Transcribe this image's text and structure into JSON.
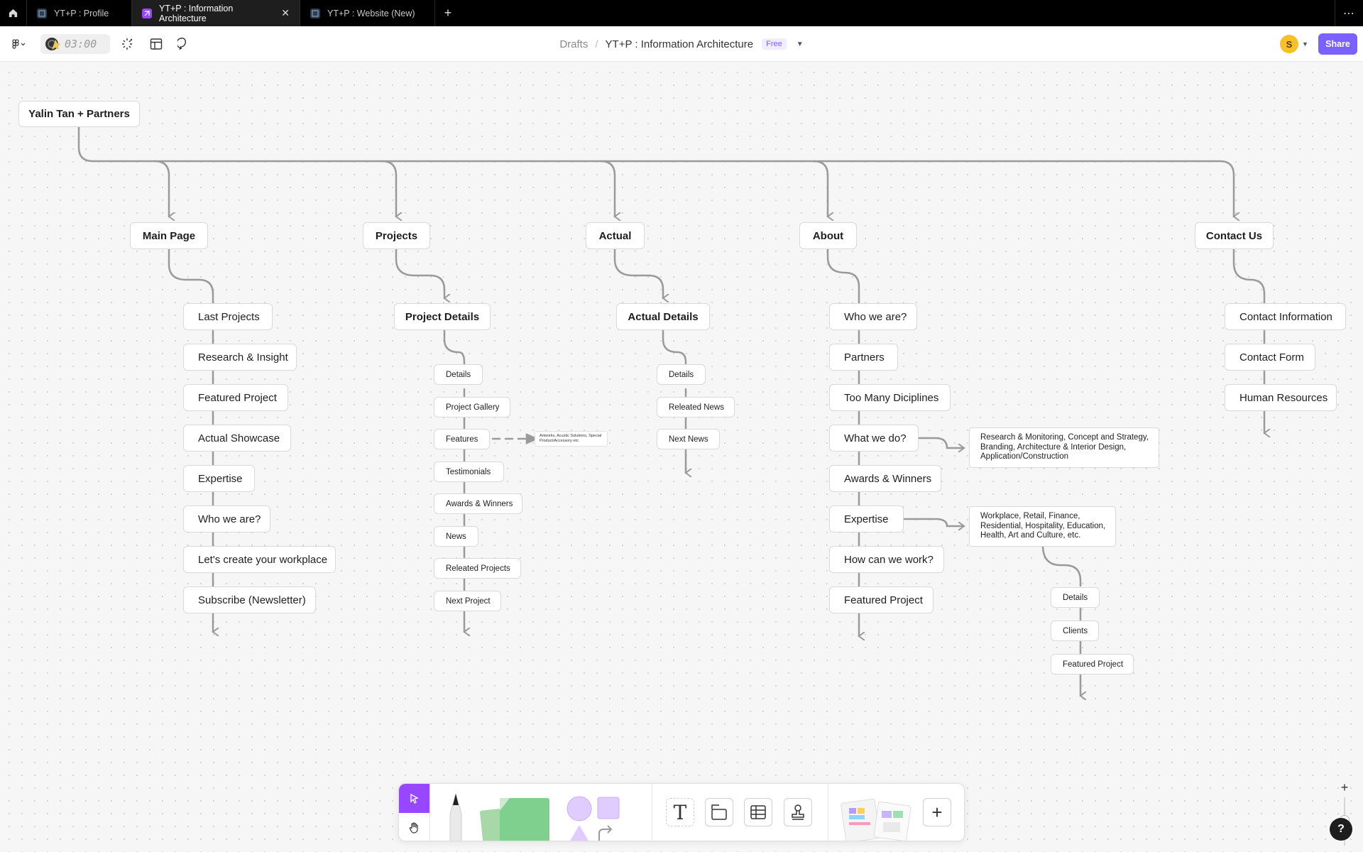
{
  "tabs": [
    {
      "label": "YT+P : Profile",
      "active": false
    },
    {
      "label": "YT+P : Information Architecture",
      "active": true
    },
    {
      "label": "YT+P : Website (New)",
      "active": false
    }
  ],
  "toolbar": {
    "timer": "03:00",
    "breadcrumb_root": "Drafts",
    "breadcrumb_sep": "/",
    "file_name": "YT+P : Information Architecture",
    "plan_badge": "Free",
    "avatar_initial": "S",
    "share_label": "Share"
  },
  "diagram": {
    "root": "Yalin Tan + Partners",
    "main_page": {
      "title": "Main Page",
      "items": [
        "Last Projects",
        "Research & Insight",
        "Featured Project",
        "Actual Showcase",
        "Expertise",
        "Who we are?",
        "Let's create your workplace",
        "Subscribe (Newsletter)"
      ]
    },
    "projects": {
      "title": "Projects",
      "detail": "Project Details",
      "items": [
        "Details",
        "Project Gallery",
        "Features",
        "Testimonials",
        "Awards & Winners",
        "News",
        "Releated Projects",
        "Next Project"
      ],
      "features_note": "Artworks, Acustic Solutions, Special Product/Accessory etc."
    },
    "actual": {
      "title": "Actual",
      "detail": "Actual Details",
      "items": [
        "Details",
        "Releated News",
        "Next News"
      ]
    },
    "about": {
      "title": "About",
      "items": [
        "Who we are?",
        "Partners",
        "Too Many Diciplines",
        "What we do?",
        "Awards & Winners",
        "Expertise",
        "How can we work?",
        "Featured Project"
      ],
      "what_we_do_note": "Research & Monitoring, Concept and Strategy, Branding, Architecture & Interior Design, Application/Construction",
      "expertise_note": "Workplace, Retail, Finance, Residential, Hospitality, Education, Health, Art and Culture, etc.",
      "expertise_items": [
        "Details",
        "Clients",
        "Featured Project"
      ]
    },
    "contact": {
      "title": "Contact Us",
      "items": [
        "Contact Information",
        "Contact Form",
        "Human Resources"
      ]
    }
  },
  "help_label": "?",
  "colors": {
    "accent": "#7b61ff",
    "avatar": "#f6c02b",
    "tabbar": "#000000",
    "connector": "#9a9a9a"
  }
}
